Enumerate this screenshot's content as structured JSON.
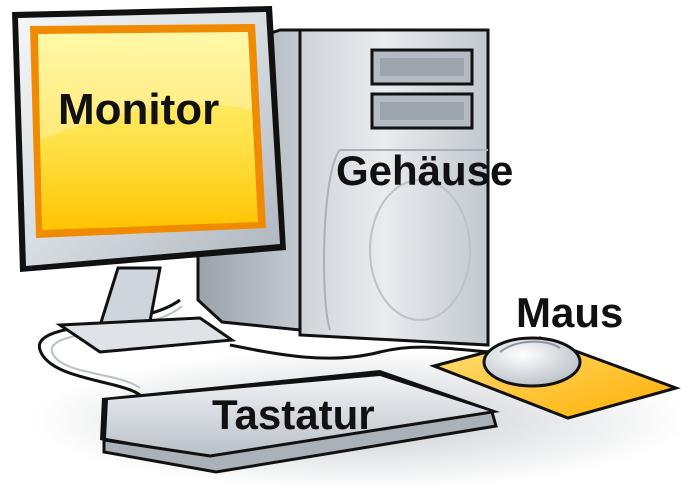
{
  "labels": {
    "monitor": "Monitor",
    "case": "Gehäuse",
    "mouse": "Maus",
    "keyboard": "Tastatur"
  },
  "colors": {
    "screen_top": "#fff27a",
    "screen_bottom": "#ffc400",
    "screen_frame": "#f08a00",
    "mousepad": "#ffb400",
    "device_gray": "#cfd4da",
    "outline": "#111111"
  }
}
